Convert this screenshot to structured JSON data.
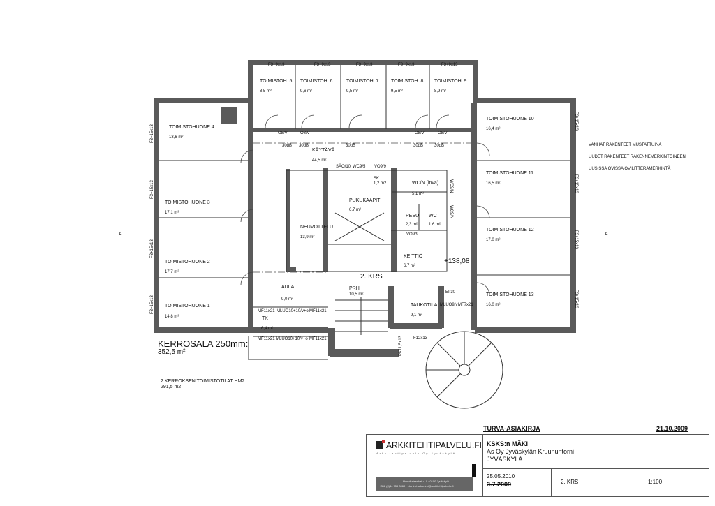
{
  "legend": [
    "VANHAT RAKENTEET MUSTATTUINA",
    "UUDET RAKENTEET RAKENNEMERKINTÖINEEN",
    "UUSISSA OVISSA OVILITTERAMERKINTÄ"
  ],
  "windows": {
    "top": "F3+9x13",
    "side": "F3+15x13",
    "f12": "F12x13",
    "pk": "PK11,5x13"
  },
  "rooms": [
    {
      "name": "TOIMISTOH. 5",
      "area": "8,5 m²"
    },
    {
      "name": "TOIMISTOH. 6",
      "area": "9,6 m²"
    },
    {
      "name": "TOIMISTOH. 7",
      "area": "9,5 m²"
    },
    {
      "name": "TOIMISTOH. 8",
      "area": "9,5 m²"
    },
    {
      "name": "TOIMISTOH. 9",
      "area": "8,9 m²"
    },
    {
      "name": "TOIMISTOHUONE 4",
      "area": "13,6 m²"
    },
    {
      "name": "TOIMISTOHUONE 3",
      "area": "17,1 m²"
    },
    {
      "name": "TOIMISTOHUONE 2",
      "area": "17,7 m²"
    },
    {
      "name": "TOIMISTOHUONE 1",
      "area": "14,8 m²"
    },
    {
      "name": "TOIMISTOHUONE 10",
      "area": "16,4 m²"
    },
    {
      "name": "TOIMISTOHUONE 11",
      "area": "16,5 m²"
    },
    {
      "name": "TOIMISTOHUONE 12",
      "area": "17,0 m²"
    },
    {
      "name": "TOIMISTOHUONE 13",
      "area": "16,0 m²"
    },
    {
      "name": "KÄYTÄVÄ",
      "area": "44,5 m²"
    },
    {
      "name": "NEUVOTTELU",
      "area": "13,9 m²"
    },
    {
      "name": "PUKUKAAPIT",
      "area": "6,7 m²"
    },
    {
      "name": "SK",
      "area": "1,2 m2"
    },
    {
      "name": "WC/N (inva)",
      "area": "5,1 m²"
    },
    {
      "name": "PESU",
      "area": "2,3 m²"
    },
    {
      "name": "WC",
      "area": "1,6 m²"
    },
    {
      "name": "KEITTIÖ",
      "area": "6,7 m²"
    },
    {
      "name": "AULA",
      "area": "9,0 m²"
    },
    {
      "name": "TK",
      "area": "6,4 m²"
    },
    {
      "name": "PRH",
      "area": "10,5 m²"
    },
    {
      "name": "TAUKOTILA",
      "area": "9,1 m²"
    }
  ],
  "door_labels": {
    "odv": "O8/V",
    "db": "30dB",
    "sao": "SÄO/10",
    "wc9": "WC9/5",
    "vo9": "VO9/9",
    "mf": "MF11x21",
    "mluo": "MLUO10+10/v+o",
    "mluo_s": "MLUO9/v",
    "ei30": "EI 30",
    "mf7": "MF7x21",
    "wcn": "WC9/N"
  },
  "floor_label": "2. KRS",
  "elevation": "+138,08",
  "kerrosala": {
    "title": "KERROSALA 250mm:",
    "value": "352,5 m²"
  },
  "office_area": {
    "title": "2.KERROKSEN TOIMISTOTILAT HM2",
    "value": "291,5 m2"
  },
  "section_marks": [
    "A",
    "A"
  ],
  "title_block": {
    "doc_type": "TURVA-ASIAKIRJA",
    "doc_date": "21.10.2009",
    "company": "ARKKITEHTIPALVELU.FI",
    "company_sub": "Arkkitehtipalvelu Oy Jyväskylä",
    "address": "Hannikaisenkatu 10 40100 Jyväskylä",
    "contact": "+358 (0)44 755 3060 · etunimi.sukunimi@arkkitehtipalvelu.fi",
    "project": "KSKS:n MÄKI",
    "client": "As Oy Jyväskylän Kruununtorni",
    "city": "JYVÄSKYLÄ",
    "date_new": "25.05.2010",
    "date_old": "3.7.2009",
    "sheet": "2. KRS",
    "scale": "1:100"
  }
}
